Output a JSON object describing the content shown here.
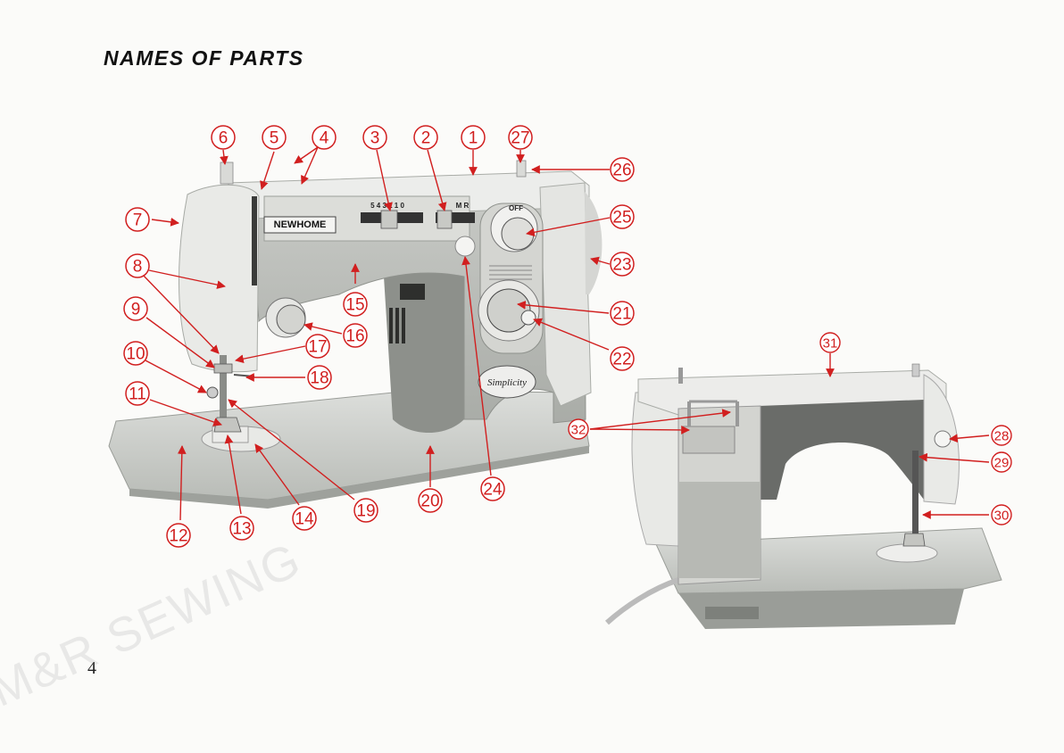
{
  "page": {
    "title": "NAMES OF PARTS",
    "page_number": "4",
    "watermark": "M&R SEWING",
    "accent_color": "#d11f1f"
  },
  "machine_front": {
    "brand_plate": "NEWHOME",
    "stitch_scale": "5 4 3 2 1 0",
    "dial_marks": "M   R",
    "off_label": "OFF",
    "badge_text": "Simplicity"
  },
  "callouts": [
    {
      "label": "1"
    },
    {
      "label": "2"
    },
    {
      "label": "3"
    },
    {
      "label": "4"
    },
    {
      "label": "5"
    },
    {
      "label": "6"
    },
    {
      "label": "7"
    },
    {
      "label": "8"
    },
    {
      "label": "9"
    },
    {
      "label": "10"
    },
    {
      "label": "11"
    },
    {
      "label": "12"
    },
    {
      "label": "13"
    },
    {
      "label": "14"
    },
    {
      "label": "15"
    },
    {
      "label": "16"
    },
    {
      "label": "17"
    },
    {
      "label": "18"
    },
    {
      "label": "19"
    },
    {
      "label": "20"
    },
    {
      "label": "21"
    },
    {
      "label": "22"
    },
    {
      "label": "23"
    },
    {
      "label": "24"
    },
    {
      "label": "25"
    },
    {
      "label": "26"
    },
    {
      "label": "27"
    },
    {
      "label": "28"
    },
    {
      "label": "29"
    },
    {
      "label": "30"
    },
    {
      "label": "31"
    },
    {
      "label": "32"
    }
  ]
}
